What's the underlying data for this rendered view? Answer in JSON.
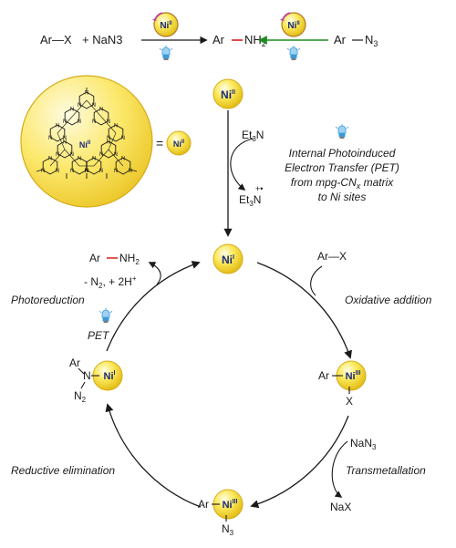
{
  "nickel": {
    "ni2": "Ni",
    "ni2_sup": "II",
    "ni1": "Ni",
    "ni1_sup": "I",
    "ni3": "Ni",
    "ni3_sup": "III"
  },
  "top_scheme": {
    "aryl_halide": "Ar—X",
    "plus_azide": "+ NaN3",
    "product_ar": "Ar",
    "product_nh2": "NH2",
    "aryl_azide_ar": "Ar",
    "aryl_azide_n3": "N3"
  },
  "activation": {
    "amine": "Et3N",
    "amine_radical": "Et3N",
    "radical_cation": "+•",
    "equals": "="
  },
  "pet_note": {
    "line1": "Internal Photoinduced",
    "line2": "Electron Transfer (PET)",
    "line3": "from mpg-CNx matrix",
    "line4": "to Ni sites"
  },
  "cycle": {
    "product": "Ar—NH2",
    "release": "- N2, + 2H+",
    "photoreduction": "Photoreduction",
    "pet": "PET",
    "aryl_halide": "Ar—X",
    "oxidative_addition": "Oxidative addition",
    "oa_ar": "Ar",
    "oa_x": "X",
    "azide_salt": "NaN3",
    "transmetallation": "Transmetallation",
    "byproduct": "NaX",
    "te_ar": "Ar",
    "te_n3": "N3",
    "reductive_elimination": "Reductive elimination",
    "azide_ar": "Ar",
    "azide_n": "N",
    "azide_n2": "N2"
  },
  "colors": {
    "sphere_light": "#fffbd0",
    "sphere_mid": "#fbe95c",
    "sphere_dark": "#e9c71c",
    "red_bond": "#d81e1e",
    "green_arrow": "#1e8c1e",
    "bulb_blue": "#3a9ad9",
    "nickel_text": "#1a2a7a"
  }
}
